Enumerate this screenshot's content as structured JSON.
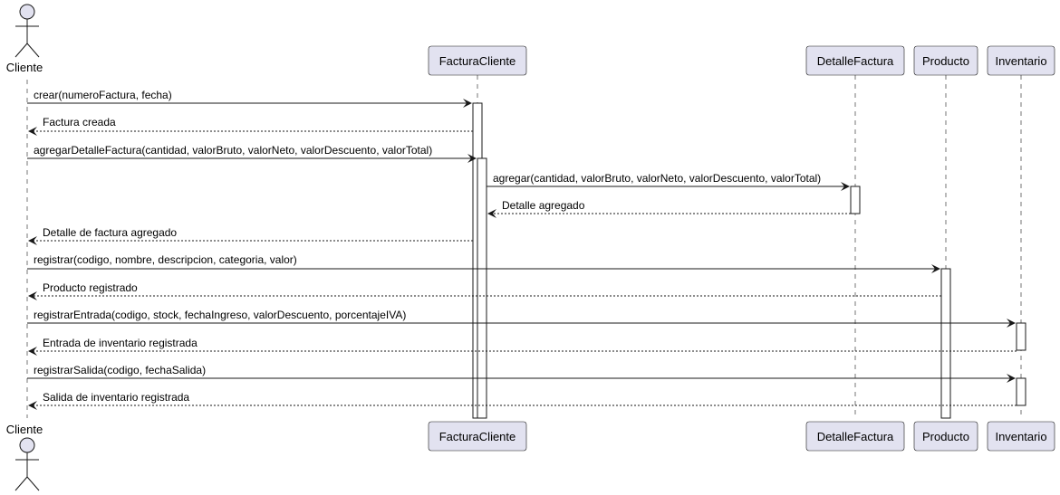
{
  "colors": {
    "participant_fill": "#E2E2F0",
    "participant_stroke": "#181818",
    "lifeline": "#181818",
    "arrow": "#181818",
    "activation_fill": "#FFFFFF",
    "background": "#FFFFFF"
  },
  "actor": {
    "name": "Cliente",
    "icon": "stick-figure-icon"
  },
  "participants": [
    {
      "id": "factura",
      "name": "FacturaCliente"
    },
    {
      "id": "detalle",
      "name": "DetalleFactura"
    },
    {
      "id": "producto",
      "name": "Producto"
    },
    {
      "id": "inventario",
      "name": "Inventario"
    }
  ],
  "messages": [
    {
      "from": "cliente",
      "to": "factura",
      "kind": "call",
      "text": "crear(numeroFactura, fecha)"
    },
    {
      "from": "factura",
      "to": "cliente",
      "kind": "return",
      "text": "Factura creada"
    },
    {
      "from": "cliente",
      "to": "factura",
      "kind": "call",
      "text": "agregarDetalleFactura(cantidad, valorBruto, valorNeto, valorDescuento, valorTotal)"
    },
    {
      "from": "factura",
      "to": "detalle",
      "kind": "call",
      "text": "agregar(cantidad, valorBruto, valorNeto, valorDescuento, valorTotal)"
    },
    {
      "from": "detalle",
      "to": "factura",
      "kind": "return",
      "text": "Detalle agregado"
    },
    {
      "from": "factura",
      "to": "cliente",
      "kind": "return",
      "text": "Detalle de factura agregado"
    },
    {
      "from": "cliente",
      "to": "producto",
      "kind": "call",
      "text": "registrar(codigo, nombre, descripcion, categoria, valor)"
    },
    {
      "from": "producto",
      "to": "cliente",
      "kind": "return",
      "text": "Producto registrado"
    },
    {
      "from": "cliente",
      "to": "inventario",
      "kind": "call",
      "text": "registrarEntrada(codigo, stock, fechaIngreso, valorDescuento, porcentajeIVA)"
    },
    {
      "from": "inventario",
      "to": "cliente",
      "kind": "return",
      "text": "Entrada de inventario registrada"
    },
    {
      "from": "cliente",
      "to": "inventario",
      "kind": "call",
      "text": "registrarSalida(codigo, fechaSalida)"
    },
    {
      "from": "inventario",
      "to": "cliente",
      "kind": "return",
      "text": "Salida de inventario registrada"
    }
  ]
}
